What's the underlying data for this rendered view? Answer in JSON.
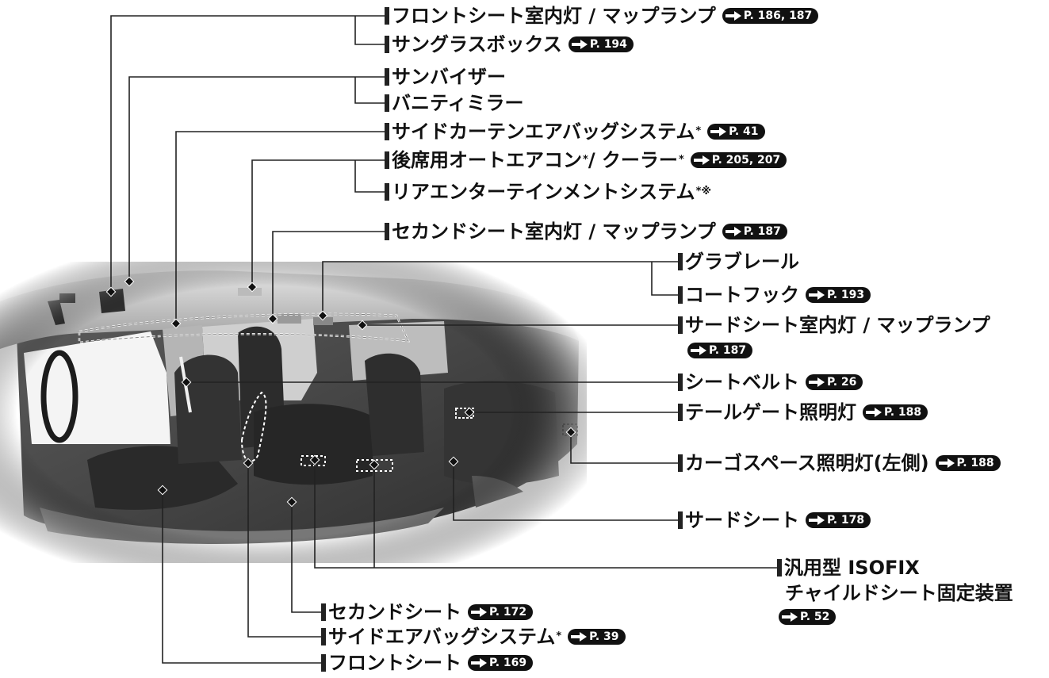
{
  "labels": {
    "front_lamp": "フロントシート室内灯 / マップランプ",
    "front_lamp_ref": "P. 186, 187",
    "sunglass": "サングラスボックス",
    "sunglass_ref": "P. 194",
    "sunvisor": "サンバイザー",
    "vanity": "バニティミラー",
    "curtain_airbag": "サイドカーテンエアバッグシステム",
    "curtain_airbag_ref": "P. 41",
    "rear_ac_a": "後席用オートエアコン",
    "rear_ac_b": "/ クーラー",
    "rear_ac_ref": "P. 205, 207",
    "rear_ent": "リアエンターテインメントシステム",
    "rear_ent_mark": "*※",
    "second_lamp": "セカンドシート室内灯 / マップランプ",
    "second_lamp_ref": "P. 187",
    "grab_rail": "グラブレール",
    "coat_hook": "コートフック",
    "coat_hook_ref": "P. 193",
    "third_lamp": "サードシート室内灯 / マップランプ",
    "third_lamp_ref": "P. 187",
    "seatbelt": "シートベルト",
    "seatbelt_ref": "P. 26",
    "tailgate_lamp": "テールゲート照明灯",
    "tailgate_lamp_ref": "P. 188",
    "cargo_lamp": "カーゴスペース照明灯(左側)",
    "cargo_lamp_ref": "P. 188",
    "third_seat": "サードシート",
    "third_seat_ref": "P. 178",
    "isofix_1": "汎用型 ISOFIX",
    "isofix_2": "チャイルドシート固定装置",
    "isofix_ref": "P. 52",
    "second_seat": "セカンドシート",
    "second_seat_ref": "P. 172",
    "side_airbag": "サイドエアバッグシステム",
    "side_airbag_ref": "P. 39",
    "front_seat": "フロントシート",
    "front_seat_ref": "P. 169",
    "star": "*"
  },
  "colors": {
    "line": "#222222",
    "interior_dark": "#3a3a3a",
    "interior_mid": "#8a8a8a",
    "interior_light": "#d6d6d6"
  }
}
